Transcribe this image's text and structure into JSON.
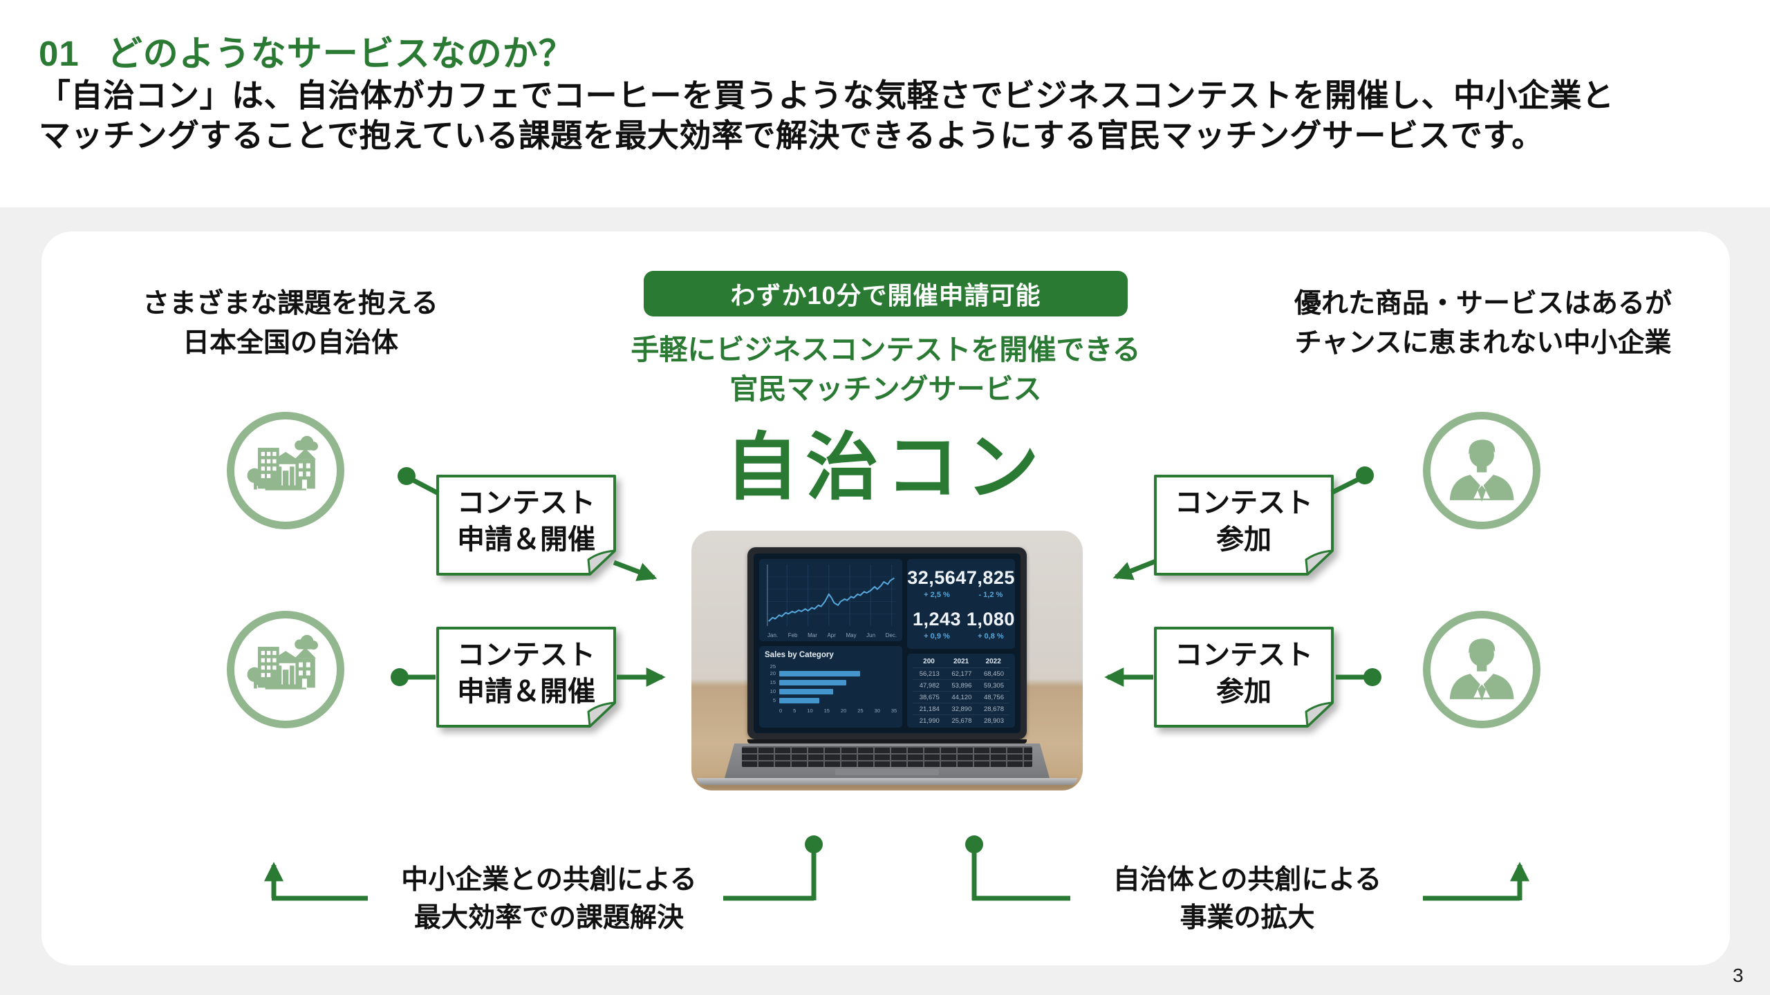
{
  "page": {
    "number": "3",
    "background": "#f0f0f0",
    "accent_green": "#2b7a34",
    "sage_green": "#92b78e"
  },
  "header": {
    "section_number": "01",
    "title": "どのようなサービスなのか？",
    "description_line1": "「自治コン」は、自治体がカフェでコーヒーを買うような気軽さでビジネスコンテストを開催し、中小企業と",
    "description_line2": "マッチングすることで抱えている課題を最大効率で解決できるようにする官民マッチングサービスです。"
  },
  "diagram": {
    "badge": "わずか10分で開催申請可能",
    "tagline_line1": "手軽にビジネスコンテストを開催できる",
    "tagline_line2": "官民マッチングサービス",
    "service_name": "自治コン",
    "left_caption_line1": "さまざまな課題を抱える",
    "left_caption_line2": "日本全国の自治体",
    "right_caption_line1": "優れた商品・サービスはあるが",
    "right_caption_line2": "チャンスに恵まれない中小企業",
    "callout_apply": {
      "line1": "コンテスト",
      "line2": "申請＆開催"
    },
    "callout_join": {
      "line1": "コンテスト",
      "line2": "参加"
    },
    "bottom_left": {
      "line1": "中小企業との共創による",
      "line2": "最大効率での課題解決"
    },
    "bottom_right": {
      "line1": "自治体との共創による",
      "line2": "事業の拡大"
    }
  },
  "laptop_dashboard": {
    "kpis": [
      {
        "value": "32,564",
        "delta": "+ 2,5 %"
      },
      {
        "value": "7,825",
        "delta": "- 1,2 %"
      },
      {
        "value": "1,243",
        "delta": "+ 0,9 %"
      },
      {
        "value": "1,080",
        "delta": "+ 0,8 %"
      }
    ],
    "line_chart": {
      "type": "line",
      "months": [
        "Jan.",
        "Feb",
        "Mar",
        "Apr",
        "May",
        "Jun",
        "Dec."
      ],
      "points": [
        [
          2,
          8
        ],
        [
          5,
          14
        ],
        [
          7,
          12
        ],
        [
          10,
          18
        ],
        [
          12,
          16
        ],
        [
          15,
          22
        ],
        [
          17,
          20
        ],
        [
          20,
          24
        ],
        [
          22,
          22
        ],
        [
          25,
          26
        ],
        [
          27,
          24
        ],
        [
          30,
          28
        ],
        [
          32,
          25
        ],
        [
          35,
          30
        ],
        [
          37,
          28
        ],
        [
          40,
          34
        ],
        [
          42,
          32
        ],
        [
          45,
          40
        ],
        [
          48,
          52
        ],
        [
          50,
          46
        ],
        [
          52,
          38
        ],
        [
          55,
          34
        ],
        [
          57,
          40
        ],
        [
          60,
          44
        ],
        [
          62,
          42
        ],
        [
          65,
          48
        ],
        [
          67,
          46
        ],
        [
          70,
          52
        ],
        [
          72,
          50
        ],
        [
          75,
          56
        ],
        [
          77,
          54
        ],
        [
          80,
          58
        ],
        [
          83,
          64
        ],
        [
          85,
          60
        ],
        [
          88,
          66
        ],
        [
          90,
          72
        ],
        [
          93,
          68
        ],
        [
          95,
          74
        ],
        [
          98,
          78
        ]
      ]
    },
    "bar_chart": {
      "type": "bar",
      "title": "Sales by Category",
      "rows": [
        {
          "tick": "25",
          "value": null
        },
        {
          "tick": "20",
          "value": 24
        },
        {
          "tick": "15",
          "value": 20
        },
        {
          "tick": "10",
          "value": 16
        },
        {
          "tick": "5",
          "value": 12
        }
      ],
      "x_ticks": [
        "0",
        "5",
        "10",
        "15",
        "20",
        "25",
        "30",
        "35"
      ],
      "x_max": 35
    },
    "table": {
      "headers": [
        "200",
        "2021",
        "2022"
      ],
      "rows": [
        [
          "56,213",
          "62,177",
          "68,450"
        ],
        [
          "47,982",
          "53,896",
          "59,305"
        ],
        [
          "38,675",
          "44,120",
          "48,756"
        ],
        [
          "21,184",
          "32,890",
          "28,678"
        ],
        [
          "21,990",
          "25,678",
          "28,903"
        ]
      ]
    }
  }
}
